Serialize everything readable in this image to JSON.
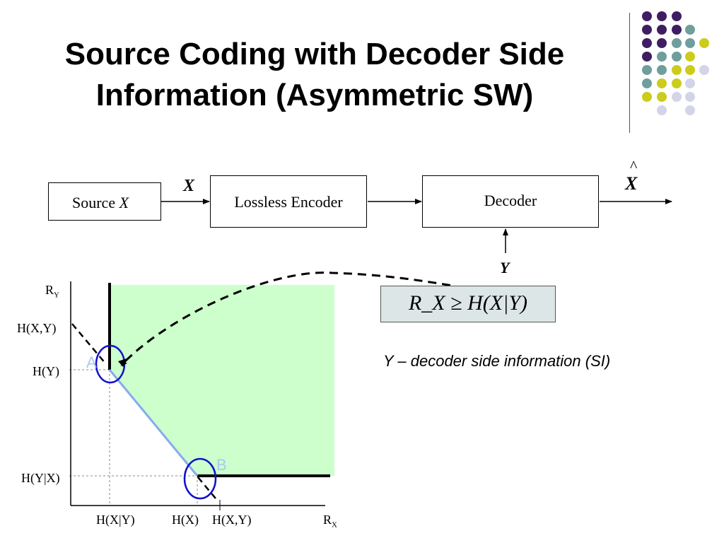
{
  "title_line1": "Source Coding with Decoder Side",
  "title_line2": "Information (Asymmetric SW)",
  "block_diagram": {
    "source_prefix": "Source ",
    "source_var": "X",
    "encoder": "Lossless Encoder",
    "decoder": "Decoder",
    "input_label": "X",
    "output_hat": "^",
    "output_label": "X",
    "side_info_label": "Y"
  },
  "formula": "R_X ≥ H(X|Y)",
  "caption": "Y – decoder side information (SI)",
  "plot": {
    "y_axis_label": "R",
    "y_axis_sub": "Y",
    "x_axis_label": "R",
    "x_axis_sub": "X",
    "y_ticks": [
      "H(X,Y)",
      "H(Y)",
      "H(Y|X)"
    ],
    "x_ticks": [
      "H(X|Y)",
      "H(X)",
      "H(X,Y)"
    ],
    "point_a": "A",
    "point_b": "B",
    "region_color": "#ccffcc",
    "segment_color": "#88aaee",
    "circle_color": "#1010cc"
  },
  "colors": {
    "dark_purple": "#3f1d63",
    "teal": "#6f9e9c",
    "olive": "#cccc1a",
    "lavender": "#d4d4e8"
  }
}
